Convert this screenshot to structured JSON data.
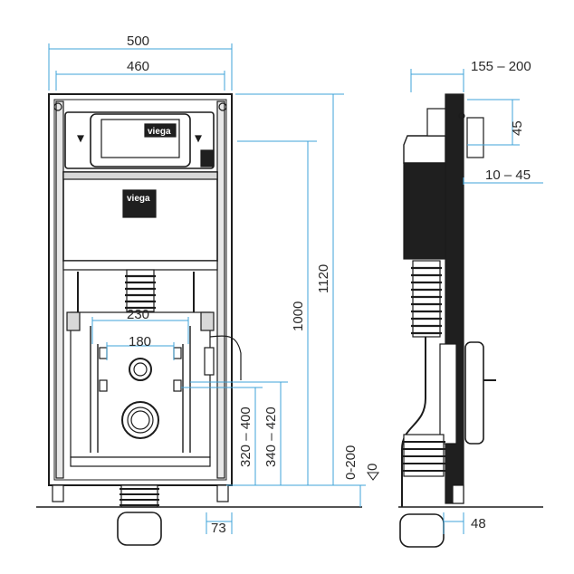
{
  "brand": {
    "logo_text": "viega"
  },
  "front_view": {
    "dims": {
      "frame_width": "500",
      "inner_width": "460",
      "height_total": "1120",
      "height_actuation": "1000",
      "outlet_spacing": "230",
      "inlet_spacing": "180",
      "inlet_height": "320 – 400",
      "outlet_height": "340 – 420",
      "foot_adjust": "0-200",
      "floor_zero": "0",
      "foot_offset": "73"
    }
  },
  "side_view": {
    "dims": {
      "depth_range": "155 – 200",
      "panel_45": "45",
      "gap_range": "10 – 45",
      "base_48": "48"
    }
  },
  "colors": {
    "line": "#1c1c1c",
    "dimension": "#3fa3d8",
    "frame_fill": "#1f1f1f",
    "panel_fill": "#2a2a2a",
    "background": "#ffffff"
  }
}
